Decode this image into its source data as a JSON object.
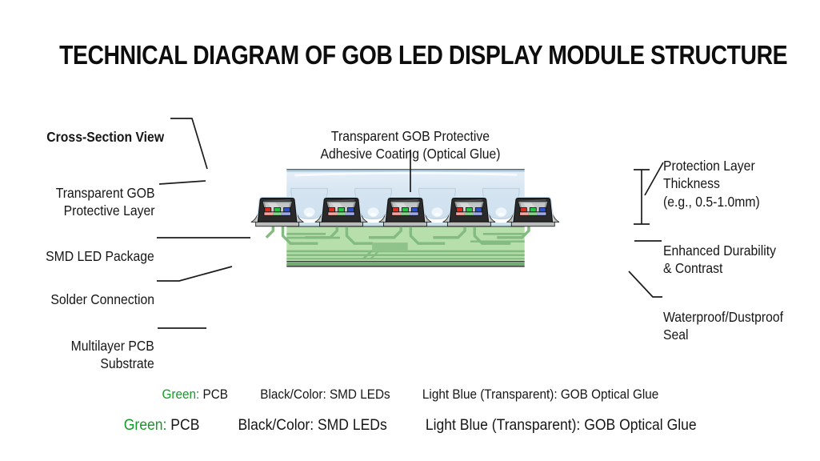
{
  "title": "TECHNICAL DIAGRAM OF GOB LED DISPLAY MODULE STRUCTURE",
  "labels": {
    "cross_section_view": "Cross-Section View",
    "protective_layer": "Transparent GOB\nProtective Layer",
    "adhesive_coating": "Transparent GOB Protective\nAdhesive Coating (Optical Glue)",
    "smd_led_package": "SMD LED Package",
    "solder_connection": "Solder Connection",
    "multilayer_pcb": "Multilayer PCB\nSubstrate",
    "protection_thickness": "Protection Layer\nThickness\n(e.g., 0.5-1.0mm)",
    "durability": "Enhanced Durability\n& Contrast",
    "waterproof": "Waterproof/Dustproof\nSeal"
  },
  "legend_row_1": {
    "items": [
      {
        "term": "Green:",
        "desc": " PCB"
      },
      {
        "term": "Black/Color:",
        "desc": " SMD LEDs"
      },
      {
        "term": "Light Blue (Transparent):",
        "desc": " GOB Optical Glue"
      }
    ]
  },
  "legend_row_2": {
    "items": [
      {
        "term": "Green:",
        "desc": " PCB"
      },
      {
        "term": "Black/Color:",
        "desc": " SMD LEDs"
      },
      {
        "term": "Light Blue (Transparent):",
        "desc": " GOB Optical Glue"
      }
    ]
  },
  "colors": {
    "legend_green": "#149a28",
    "pcb_green": "#b6dfac",
    "trace_green": "#83bb81",
    "pcb_bottom_green": "#73ac73",
    "glue_light_blue": "#d9e7f4",
    "glue_top_edge": "#466272",
    "package_black": "#2a2a2a",
    "cavity_grey": "#909394",
    "solder_grey": "#b7bbba",
    "led_red": "#e02a1e",
    "led_green": "#1ec93d",
    "led_blue": "#2b50cf",
    "text_black": "#161616"
  }
}
